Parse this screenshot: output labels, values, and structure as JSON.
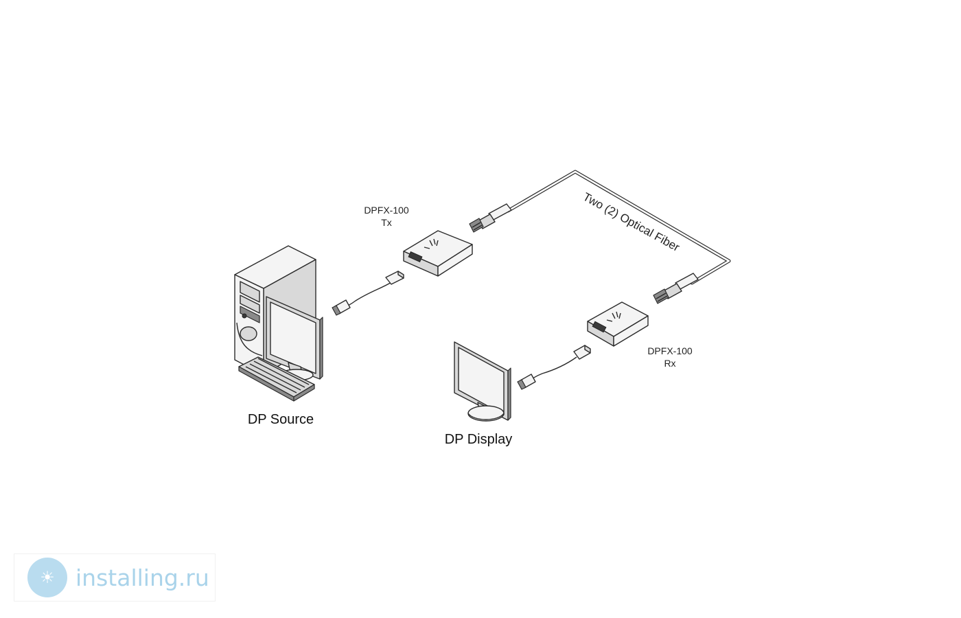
{
  "labels": {
    "dp_source": "DP Source",
    "dp_display": "DP Display",
    "tx_model": "DPFX-100",
    "tx_role": "Tx",
    "rx_model": "DPFX-100",
    "rx_role": "Rx",
    "fiber": "Two (2) Optical Fiber"
  },
  "watermark": {
    "text": "installing.ru",
    "logo_icon": "bulb-icon",
    "color": "#a9d3ea",
    "logo_color": "#b9dcef"
  }
}
